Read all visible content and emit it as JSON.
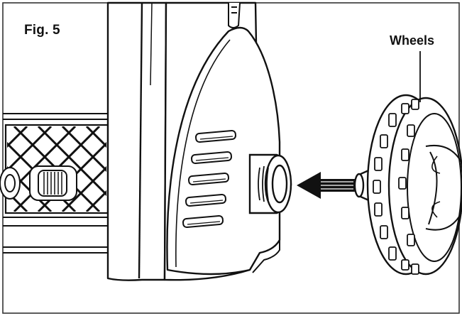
{
  "figure": {
    "label": "Fig. 5",
    "callouts": [
      {
        "id": "wheels",
        "text": "Wheels"
      }
    ],
    "arrow_direction": "left",
    "icons": [
      "insertion-arrow-icon"
    ],
    "colors": {
      "line": "#111111",
      "background": "#ffffff"
    }
  }
}
